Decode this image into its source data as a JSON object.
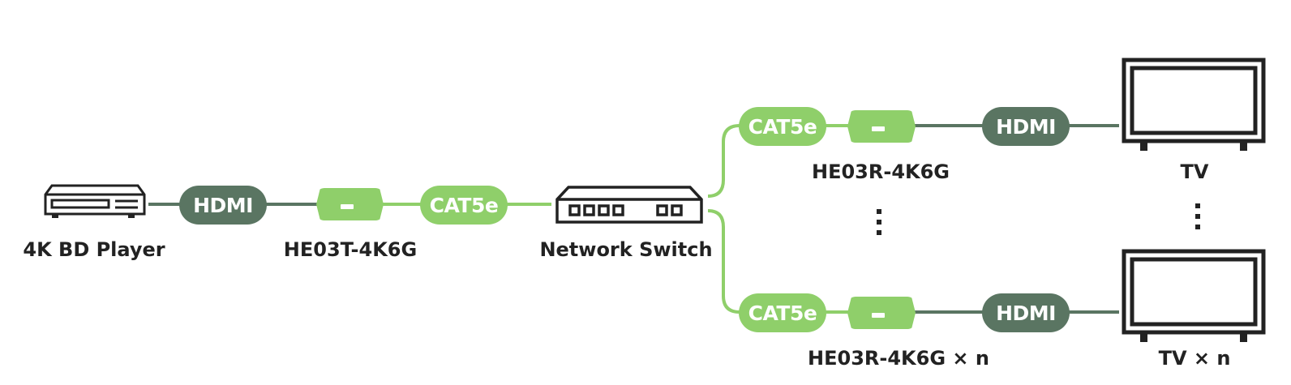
{
  "colors": {
    "hdmi_pill": "#5a7562",
    "cat_pill": "#8fcf6a",
    "hdmi_wire": "#5a7562",
    "cat_wire": "#8fcf6a",
    "icon_stroke": "#222222"
  },
  "nodes": {
    "source": {
      "label": "4K BD Player",
      "icon": "blu-ray-player-icon"
    },
    "transmitter": {
      "label": "HE03T-4K6G",
      "icon": "extender-device-icon"
    },
    "switch": {
      "label": "Network Switch",
      "icon": "network-switch-icon"
    },
    "receiver_1": {
      "label": "HE03R-4K6G",
      "icon": "extender-device-icon"
    },
    "receiver_n": {
      "label": "HE03R-4K6G × n",
      "icon": "extender-device-icon"
    },
    "tv_1": {
      "label": "TV",
      "icon": "tv-icon"
    },
    "tv_n": {
      "label": "TV × n",
      "icon": "tv-icon"
    }
  },
  "connections": {
    "source_to_tx": "HDMI",
    "tx_to_switch": "CAT5e",
    "switch_to_rx1": "CAT5e",
    "rx1_to_tv1": "HDMI",
    "switch_to_rxn": "CAT5e",
    "rxn_to_tvn": "HDMI"
  },
  "ellipsis": "⋮"
}
